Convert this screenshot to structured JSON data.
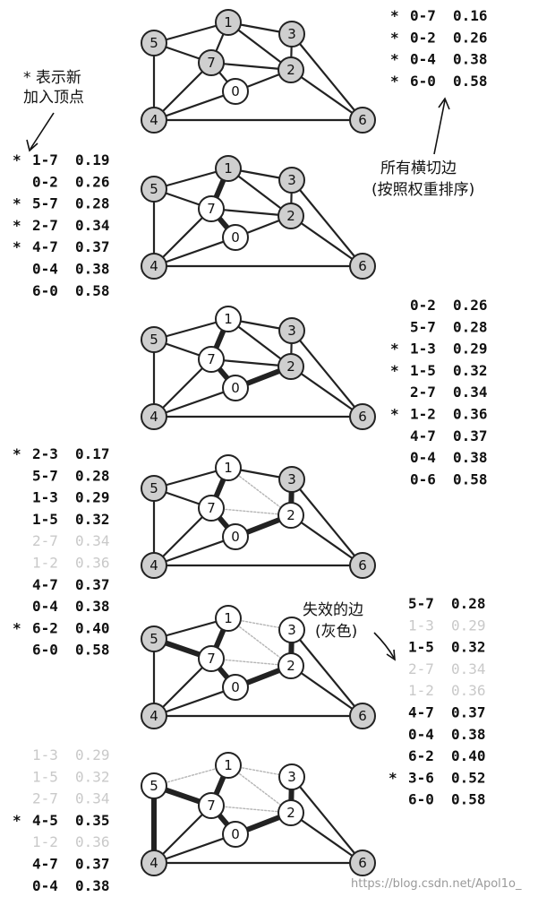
{
  "annotations": {
    "star_note_line1": "* 表示新",
    "star_note_line2": "加入顶点",
    "crossing_line1": "所有横切边",
    "crossing_line2": "(按照权重排序)",
    "ineligible_line1": "失效的边",
    "ineligible_line2": "(灰色)"
  },
  "watermark": "https://blog.csdn.net/Apol1o_",
  "colors": {
    "tree_vertex": "#ffffff",
    "non_tree_vertex": "#cfcfcf",
    "edge": "#222222",
    "ineligible": "#c9c9c9"
  },
  "vertices": [
    "0",
    "1",
    "2",
    "3",
    "4",
    "5",
    "6",
    "7"
  ],
  "steps": [
    {
      "tree": [
        "0"
      ],
      "edges": [
        [
          "1",
          "5",
          "normal"
        ],
        [
          "1",
          "3",
          "normal"
        ],
        [
          "1",
          "7",
          "normal"
        ],
        [
          "1",
          "2",
          "normal"
        ],
        [
          "5",
          "7",
          "normal"
        ],
        [
          "5",
          "4",
          "normal"
        ],
        [
          "7",
          "2",
          "normal"
        ],
        [
          "7",
          "4",
          "normal"
        ],
        [
          "7",
          "0",
          "thin"
        ],
        [
          "3",
          "2",
          "normal"
        ],
        [
          "3",
          "6",
          "normal"
        ],
        [
          "2",
          "0",
          "normal"
        ],
        [
          "2",
          "6",
          "normal"
        ],
        [
          "0",
          "4",
          "normal"
        ],
        [
          "4",
          "6",
          "normal"
        ]
      ],
      "list": [
        {
          "star": "*",
          "edge": "0-7",
          "weight": "0.16",
          "gray": false
        },
        {
          "star": "*",
          "edge": "0-2",
          "weight": "0.26",
          "gray": false
        },
        {
          "star": "*",
          "edge": "0-4",
          "weight": "0.38",
          "gray": false
        },
        {
          "star": "*",
          "edge": "6-0",
          "weight": "0.58",
          "gray": false
        }
      ]
    },
    {
      "tree": [
        "0",
        "7"
      ],
      "edges": [
        [
          "1",
          "5",
          "normal"
        ],
        [
          "1",
          "3",
          "normal"
        ],
        [
          "1",
          "7",
          "thick"
        ],
        [
          "1",
          "2",
          "normal"
        ],
        [
          "5",
          "7",
          "normal"
        ],
        [
          "5",
          "4",
          "normal"
        ],
        [
          "7",
          "2",
          "normal"
        ],
        [
          "7",
          "4",
          "normal"
        ],
        [
          "7",
          "0",
          "thick"
        ],
        [
          "3",
          "2",
          "normal"
        ],
        [
          "3",
          "6",
          "normal"
        ],
        [
          "2",
          "0",
          "normal"
        ],
        [
          "2",
          "6",
          "normal"
        ],
        [
          "0",
          "4",
          "normal"
        ],
        [
          "4",
          "6",
          "normal"
        ]
      ],
      "list": [
        {
          "star": "*",
          "edge": "1-7",
          "weight": "0.19",
          "gray": false
        },
        {
          "star": "",
          "edge": "0-2",
          "weight": "0.26",
          "gray": false
        },
        {
          "star": "*",
          "edge": "5-7",
          "weight": "0.28",
          "gray": false
        },
        {
          "star": "*",
          "edge": "2-7",
          "weight": "0.34",
          "gray": false
        },
        {
          "star": "*",
          "edge": "4-7",
          "weight": "0.37",
          "gray": false
        },
        {
          "star": "",
          "edge": "0-4",
          "weight": "0.38",
          "gray": false
        },
        {
          "star": "",
          "edge": "6-0",
          "weight": "0.58",
          "gray": false
        }
      ]
    },
    {
      "tree": [
        "0",
        "7",
        "1"
      ],
      "edges": [
        [
          "1",
          "5",
          "normal"
        ],
        [
          "1",
          "3",
          "normal"
        ],
        [
          "1",
          "7",
          "thick"
        ],
        [
          "1",
          "2",
          "normal"
        ],
        [
          "5",
          "7",
          "normal"
        ],
        [
          "5",
          "4",
          "normal"
        ],
        [
          "7",
          "2",
          "normal"
        ],
        [
          "7",
          "4",
          "normal"
        ],
        [
          "7",
          "0",
          "thick"
        ],
        [
          "3",
          "2",
          "normal"
        ],
        [
          "3",
          "6",
          "normal"
        ],
        [
          "2",
          "0",
          "thick"
        ],
        [
          "2",
          "6",
          "normal"
        ],
        [
          "0",
          "4",
          "normal"
        ],
        [
          "4",
          "6",
          "normal"
        ]
      ],
      "list": [
        {
          "star": "",
          "edge": "0-2",
          "weight": "0.26",
          "gray": false
        },
        {
          "star": "",
          "edge": "5-7",
          "weight": "0.28",
          "gray": false
        },
        {
          "star": "*",
          "edge": "1-3",
          "weight": "0.29",
          "gray": false
        },
        {
          "star": "*",
          "edge": "1-5",
          "weight": "0.32",
          "gray": false
        },
        {
          "star": "",
          "edge": "2-7",
          "weight": "0.34",
          "gray": false
        },
        {
          "star": "*",
          "edge": "1-2",
          "weight": "0.36",
          "gray": false
        },
        {
          "star": "",
          "edge": "4-7",
          "weight": "0.37",
          "gray": false
        },
        {
          "star": "",
          "edge": "0-4",
          "weight": "0.38",
          "gray": false
        },
        {
          "star": "",
          "edge": "0-6",
          "weight": "0.58",
          "gray": false
        }
      ]
    },
    {
      "tree": [
        "0",
        "7",
        "1",
        "2"
      ],
      "edges": [
        [
          "1",
          "5",
          "normal"
        ],
        [
          "1",
          "3",
          "normal"
        ],
        [
          "1",
          "7",
          "thick"
        ],
        [
          "1",
          "2",
          "faded"
        ],
        [
          "5",
          "7",
          "normal"
        ],
        [
          "5",
          "4",
          "normal"
        ],
        [
          "7",
          "2",
          "faded"
        ],
        [
          "7",
          "4",
          "normal"
        ],
        [
          "7",
          "0",
          "thick"
        ],
        [
          "3",
          "2",
          "thick"
        ],
        [
          "3",
          "6",
          "normal"
        ],
        [
          "2",
          "0",
          "thick"
        ],
        [
          "2",
          "6",
          "normal"
        ],
        [
          "0",
          "4",
          "normal"
        ],
        [
          "4",
          "6",
          "normal"
        ]
      ],
      "list": [
        {
          "star": "*",
          "edge": "2-3",
          "weight": "0.17",
          "gray": false
        },
        {
          "star": "",
          "edge": "5-7",
          "weight": "0.28",
          "gray": false
        },
        {
          "star": "",
          "edge": "1-3",
          "weight": "0.29",
          "gray": false
        },
        {
          "star": "",
          "edge": "1-5",
          "weight": "0.32",
          "gray": false
        },
        {
          "star": "",
          "edge": "2-7",
          "weight": "0.34",
          "gray": true
        },
        {
          "star": "",
          "edge": "1-2",
          "weight": "0.36",
          "gray": true
        },
        {
          "star": "",
          "edge": "4-7",
          "weight": "0.37",
          "gray": false
        },
        {
          "star": "",
          "edge": "0-4",
          "weight": "0.38",
          "gray": false
        },
        {
          "star": "*",
          "edge": "6-2",
          "weight": "0.40",
          "gray": false
        },
        {
          "star": "",
          "edge": "6-0",
          "weight": "0.58",
          "gray": false
        }
      ]
    },
    {
      "tree": [
        "0",
        "7",
        "1",
        "2",
        "3"
      ],
      "edges": [
        [
          "1",
          "5",
          "normal"
        ],
        [
          "1",
          "3",
          "faded"
        ],
        [
          "1",
          "7",
          "thick"
        ],
        [
          "1",
          "2",
          "faded"
        ],
        [
          "5",
          "7",
          "thick"
        ],
        [
          "5",
          "4",
          "normal"
        ],
        [
          "7",
          "2",
          "faded"
        ],
        [
          "7",
          "4",
          "normal"
        ],
        [
          "7",
          "0",
          "thick"
        ],
        [
          "3",
          "2",
          "thick"
        ],
        [
          "3",
          "6",
          "normal"
        ],
        [
          "2",
          "0",
          "thick"
        ],
        [
          "2",
          "6",
          "normal"
        ],
        [
          "0",
          "4",
          "normal"
        ],
        [
          "4",
          "6",
          "normal"
        ]
      ],
      "list": [
        {
          "star": "",
          "edge": "5-7",
          "weight": "0.28",
          "gray": false
        },
        {
          "star": "",
          "edge": "1-3",
          "weight": "0.29",
          "gray": true
        },
        {
          "star": "",
          "edge": "1-5",
          "weight": "0.32",
          "gray": false
        },
        {
          "star": "",
          "edge": "2-7",
          "weight": "0.34",
          "gray": true
        },
        {
          "star": "",
          "edge": "1-2",
          "weight": "0.36",
          "gray": true
        },
        {
          "star": "",
          "edge": "4-7",
          "weight": "0.37",
          "gray": false
        },
        {
          "star": "",
          "edge": "0-4",
          "weight": "0.38",
          "gray": false
        },
        {
          "star": "",
          "edge": "6-2",
          "weight": "0.40",
          "gray": false
        },
        {
          "star": "*",
          "edge": "3-6",
          "weight": "0.52",
          "gray": false
        },
        {
          "star": "",
          "edge": "6-0",
          "weight": "0.58",
          "gray": false
        }
      ]
    },
    {
      "tree": [
        "0",
        "7",
        "1",
        "2",
        "3",
        "5"
      ],
      "edges": [
        [
          "1",
          "5",
          "faded"
        ],
        [
          "1",
          "3",
          "faded"
        ],
        [
          "1",
          "7",
          "thick"
        ],
        [
          "1",
          "2",
          "faded"
        ],
        [
          "5",
          "7",
          "thick"
        ],
        [
          "5",
          "4",
          "thick"
        ],
        [
          "7",
          "2",
          "faded"
        ],
        [
          "7",
          "4",
          "normal"
        ],
        [
          "7",
          "0",
          "thick"
        ],
        [
          "3",
          "2",
          "thick"
        ],
        [
          "3",
          "6",
          "normal"
        ],
        [
          "2",
          "0",
          "thick"
        ],
        [
          "2",
          "6",
          "normal"
        ],
        [
          "0",
          "4",
          "normal"
        ],
        [
          "4",
          "6",
          "normal"
        ]
      ],
      "list": [
        {
          "star": "",
          "edge": "1-3",
          "weight": "0.29",
          "gray": true
        },
        {
          "star": "",
          "edge": "1-5",
          "weight": "0.32",
          "gray": true
        },
        {
          "star": "",
          "edge": "2-7",
          "weight": "0.34",
          "gray": true
        },
        {
          "star": "*",
          "edge": "4-5",
          "weight": "0.35",
          "gray": false
        },
        {
          "star": "",
          "edge": "1-2",
          "weight": "0.36",
          "gray": true
        },
        {
          "star": "",
          "edge": "4-7",
          "weight": "0.37",
          "gray": false
        },
        {
          "star": "",
          "edge": "0-4",
          "weight": "0.38",
          "gray": false
        }
      ]
    }
  ]
}
